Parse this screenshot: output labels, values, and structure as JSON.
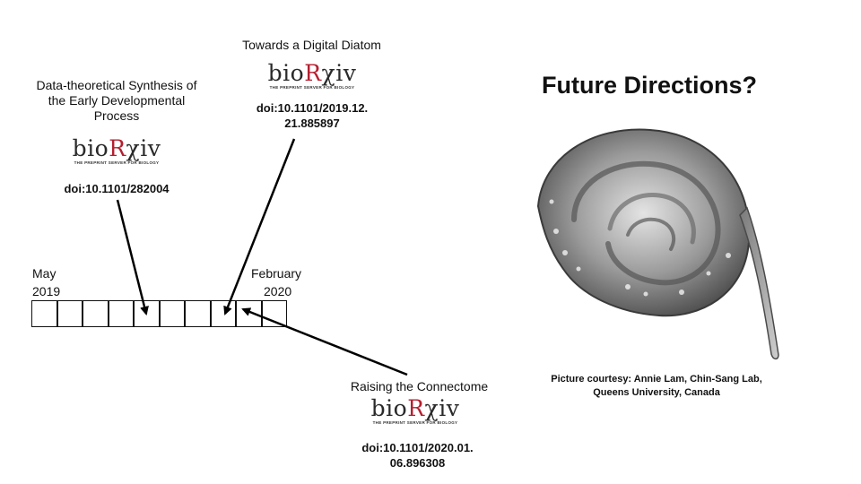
{
  "title": "Future Directions?",
  "preprints": [
    {
      "caption": "Data-theoretical Synthesis of the Early Developmental Process",
      "logo": {
        "prefix": "bio",
        "accent": "R",
        "chi": "χ",
        "suffix": "iv",
        "tagline": "THE PREPRINT SERVER FOR BIOLOGY"
      },
      "doi": "doi:10.1101/282004"
    },
    {
      "caption": "Towards a Digital Diatom",
      "logo": {
        "prefix": "bio",
        "accent": "R",
        "chi": "χ",
        "suffix": "iv",
        "tagline": "THE PREPRINT SERVER FOR BIOLOGY"
      },
      "doi": "doi:10.1101/2019.12. 21.885897"
    },
    {
      "caption": "Raising the Connectome",
      "logo": {
        "prefix": "bio",
        "accent": "R",
        "chi": "χ",
        "suffix": "iv",
        "tagline": "THE PREPRINT SERVER FOR BIOLOGY"
      },
      "doi": "doi:10.1101/2020.01. 06.896308"
    }
  ],
  "timeline": {
    "start_label": {
      "month": "May",
      "year": "2019"
    },
    "end_label": {
      "month": "February",
      "year": "2020"
    },
    "cell_count": 10
  },
  "image_credit": "Picture courtesy: Annie Lam, Chin-Sang Lab, Queens University, Canada",
  "colors": {
    "biorxiv_accent": "#b41f30",
    "text": "#111111"
  },
  "image_subject": "worm-micrograph"
}
